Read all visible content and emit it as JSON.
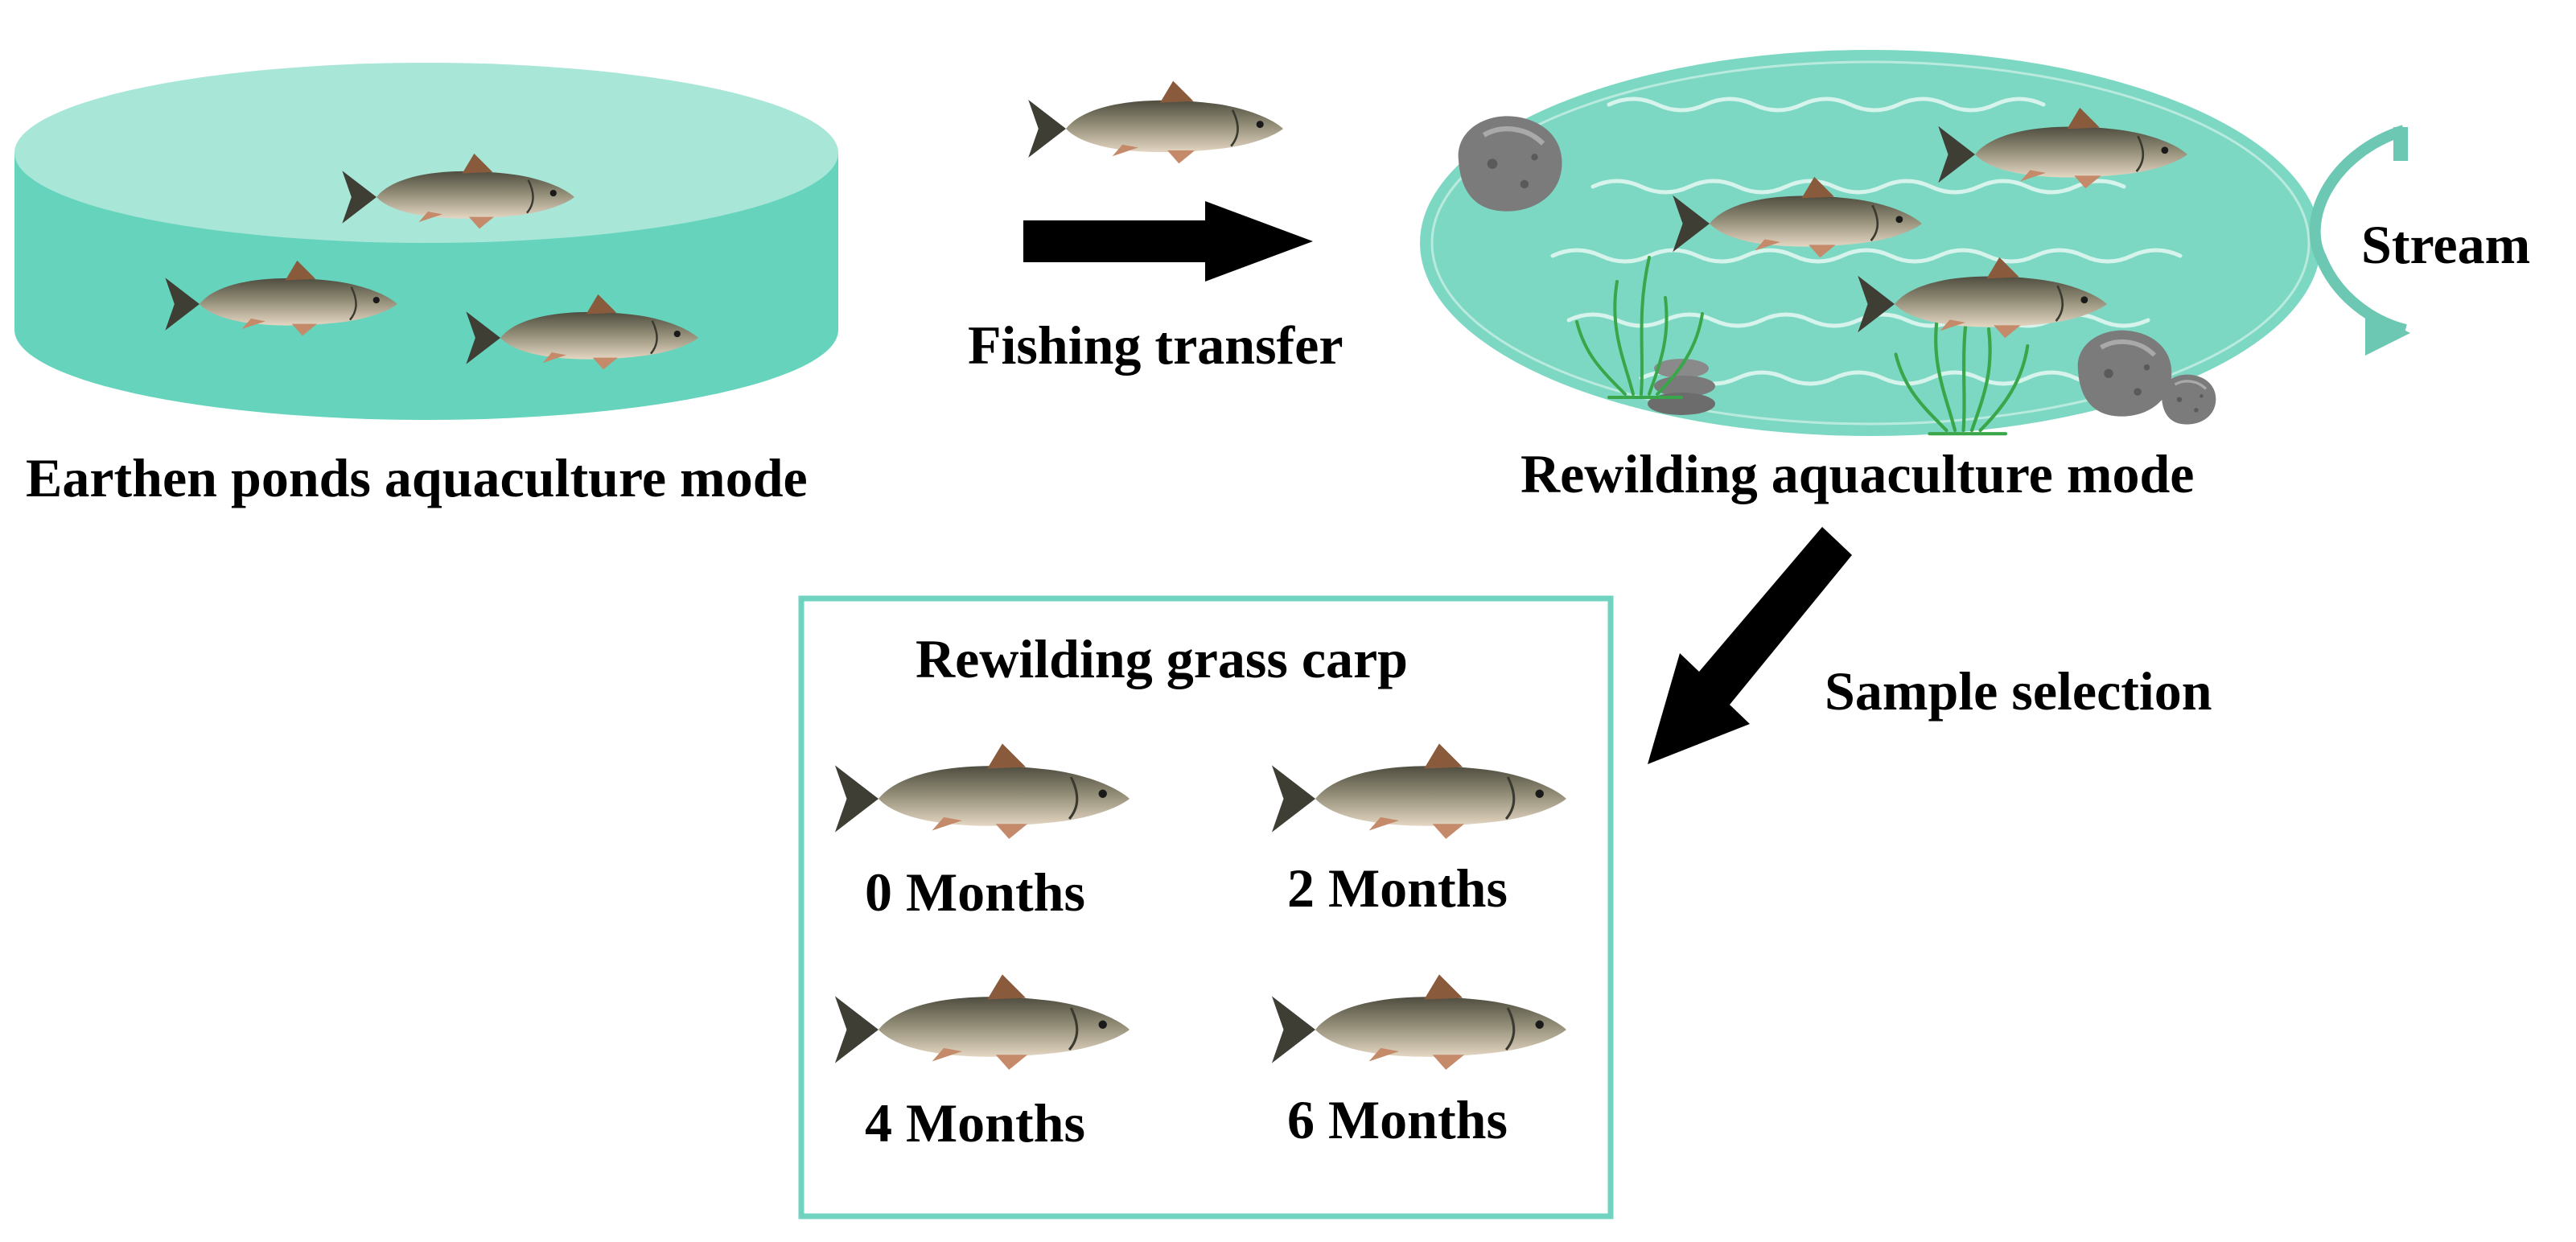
{
  "labels": {
    "earthen_mode": "Earthen ponds aquaculture mode",
    "fishing_transfer": "Fishing transfer",
    "rewilding_mode": "Rewilding aquaculture mode",
    "stream": "Stream",
    "sample_selection": "Sample selection"
  },
  "sample_box": {
    "title": "Rewilding grass carp",
    "months": [
      "0 Months",
      "2 Months",
      "4 Months",
      "6 Months"
    ]
  },
  "colors": {
    "pond_top": "#a8e6d8",
    "pond_side": "#66d3bd",
    "rewild_water": "#7dd8c3",
    "box_border": "#6fd3bf",
    "arrow": "#000000",
    "stream_arrow": "#6cc7b3",
    "rock": "#7b7b7b",
    "weed": "#3aa64a",
    "fish_body": "#a9a594",
    "fish_back": "#5b5a4c"
  },
  "icons": [
    "fish-icon",
    "rock-icon",
    "weed-icon",
    "arrow-right-icon",
    "arrow-down-left-icon",
    "stream-arrow-icon"
  ]
}
